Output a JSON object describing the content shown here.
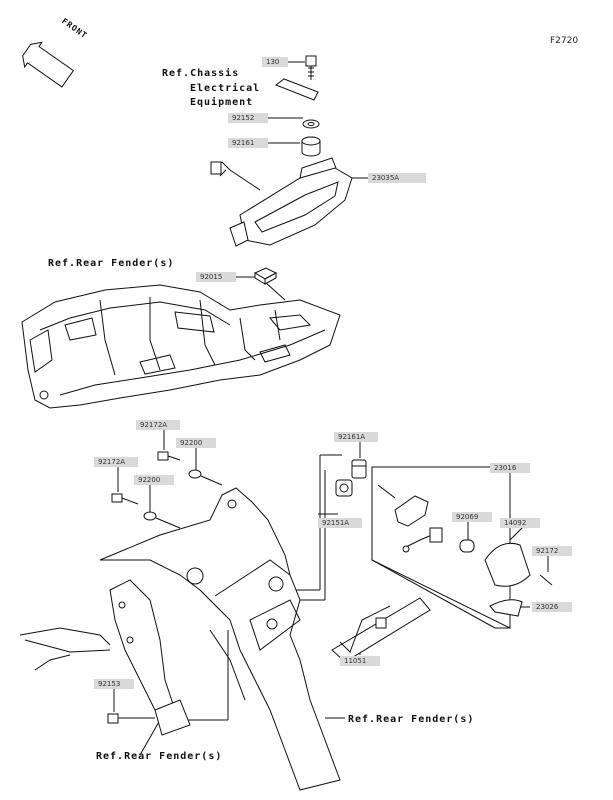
{
  "figure_id": "F2720",
  "front_label": "FRONT",
  "refs": {
    "chassis_line1": "Ref.Chassis",
    "chassis_line2": "Electrical",
    "chassis_line3": "Equipment",
    "rear_fender_1": "Ref.Rear Fender(s)",
    "rear_fender_2": "Ref.Rear Fender(s)",
    "rear_fender_3": "Ref.Rear Fender(s)"
  },
  "parts": {
    "p130": "130",
    "p92152": "92152",
    "p92161": "92161",
    "p23035A": "23035A",
    "p92015": "92015",
    "p92172A_top": "92172A",
    "p92200_top": "92200",
    "p92172A_left": "92172A",
    "p92200_left": "92200",
    "p92161A": "92161A",
    "p23016": "23016",
    "p92151A": "92151A",
    "p92069": "92069",
    "p14092": "14092",
    "p92172": "92172",
    "p23026": "23026",
    "p11051": "11051",
    "p92153": "92153"
  },
  "colors": {
    "line": "#111111",
    "label_bg": "#d9d9d9",
    "background": "#ffffff"
  }
}
